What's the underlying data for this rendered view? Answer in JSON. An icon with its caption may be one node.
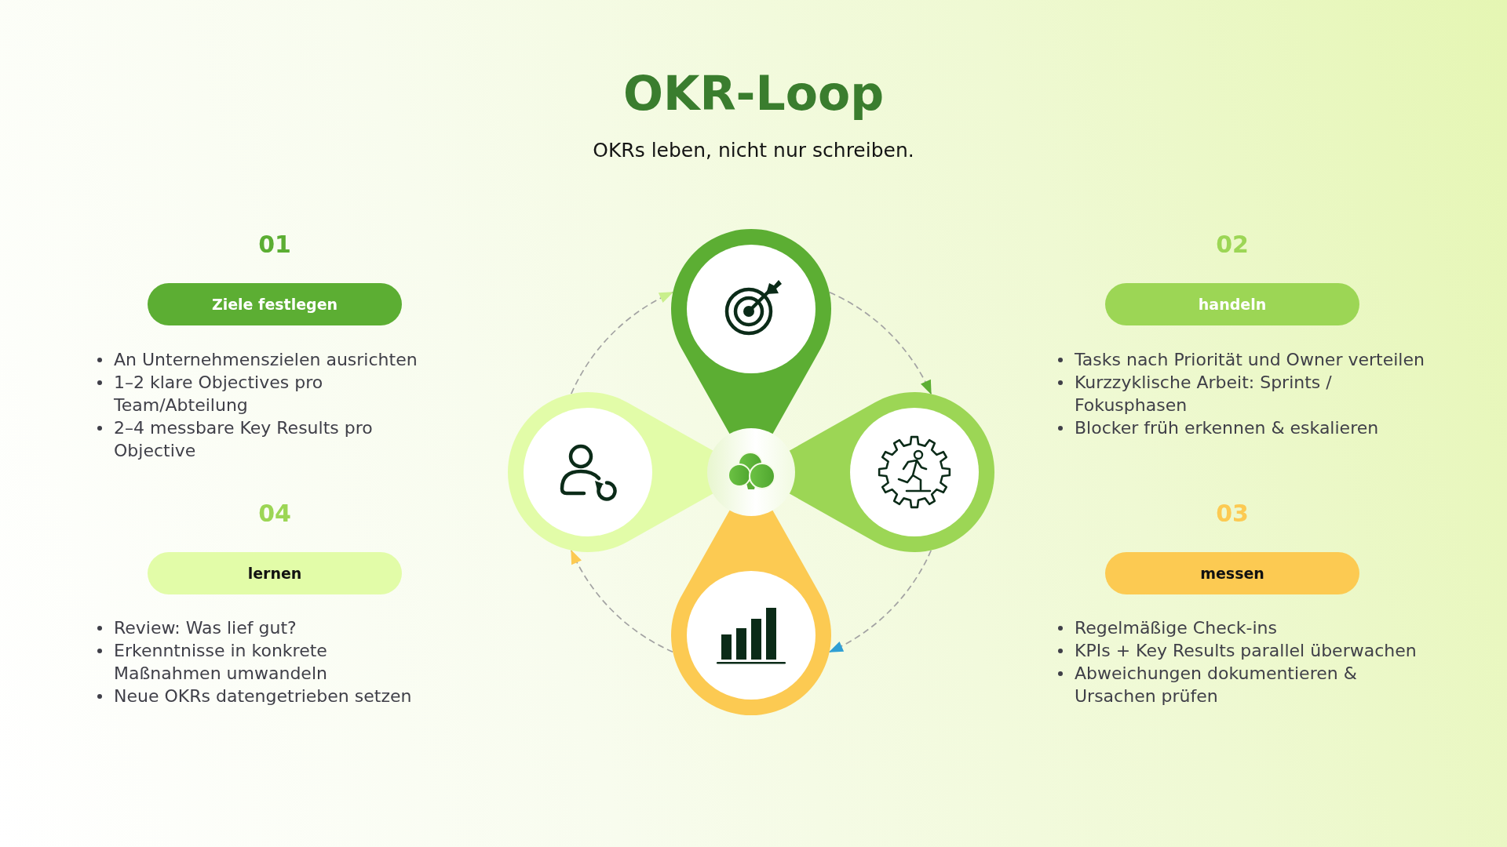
{
  "diagram": {
    "title": "OKR-Loop",
    "nodes": [
      {
        "text": [
          "Ziele festlegen"
        ],
        "beside": [
          "01",
          "An Unternehmenszielen ausrichten",
          "1–2 klare Objectives pro Team/Abteilung",
          "2–4 messbare Key Results pro Objective"
        ]
      },
      {
        "text": [],
        "shape": "circle"
      },
      {
        "text": [
          "handeln"
        ],
        "beside": [
          "02",
          "Tasks nach Priorität und Owner verteilen",
          "Kurzzyklische Arbeit: Sprints / Fokusphasen",
          "Blocker früh erkennen & eskalieren"
        ]
      },
      {
        "text": [],
        "shape": "circle"
      },
      {
        "text": [],
        "shape": "circle"
      },
      {
        "text": [
          "lernen"
        ],
        "beside": [
          "04",
          "Review: Was lief gut?",
          "Erkenntnisse in konkrete Maßnahmen umwandeln",
          "Neue OKRs datengetrieben setzen"
        ]
      },
      {
        "text": [
          "messen"
        ],
        "beside": [
          "03",
          "Regelmäßige Check-ins",
          "KPIs + Key Results parallel überwachen",
          "Abweichungen dokumentieren & Ursachen prüfen"
        ]
      },
      {
        "text": [],
        "shape": "circle"
      }
    ],
    "edges": [
      {
        "from": 1,
        "to": 4,
        "arrow": "to",
        "style": "dashed"
      },
      {
        "from": 4,
        "to": 7,
        "arrow": "to",
        "style": "dashed"
      },
      {
        "from": 7,
        "to": 3,
        "arrow": "to",
        "style": "dashed"
      },
      {
        "from": 3,
        "to": 1,
        "arrow": "to",
        "style": "dashed"
      }
    ],
    "labels": [
      "OKRs leben, nicht nur schreiben."
    ]
  }
}
